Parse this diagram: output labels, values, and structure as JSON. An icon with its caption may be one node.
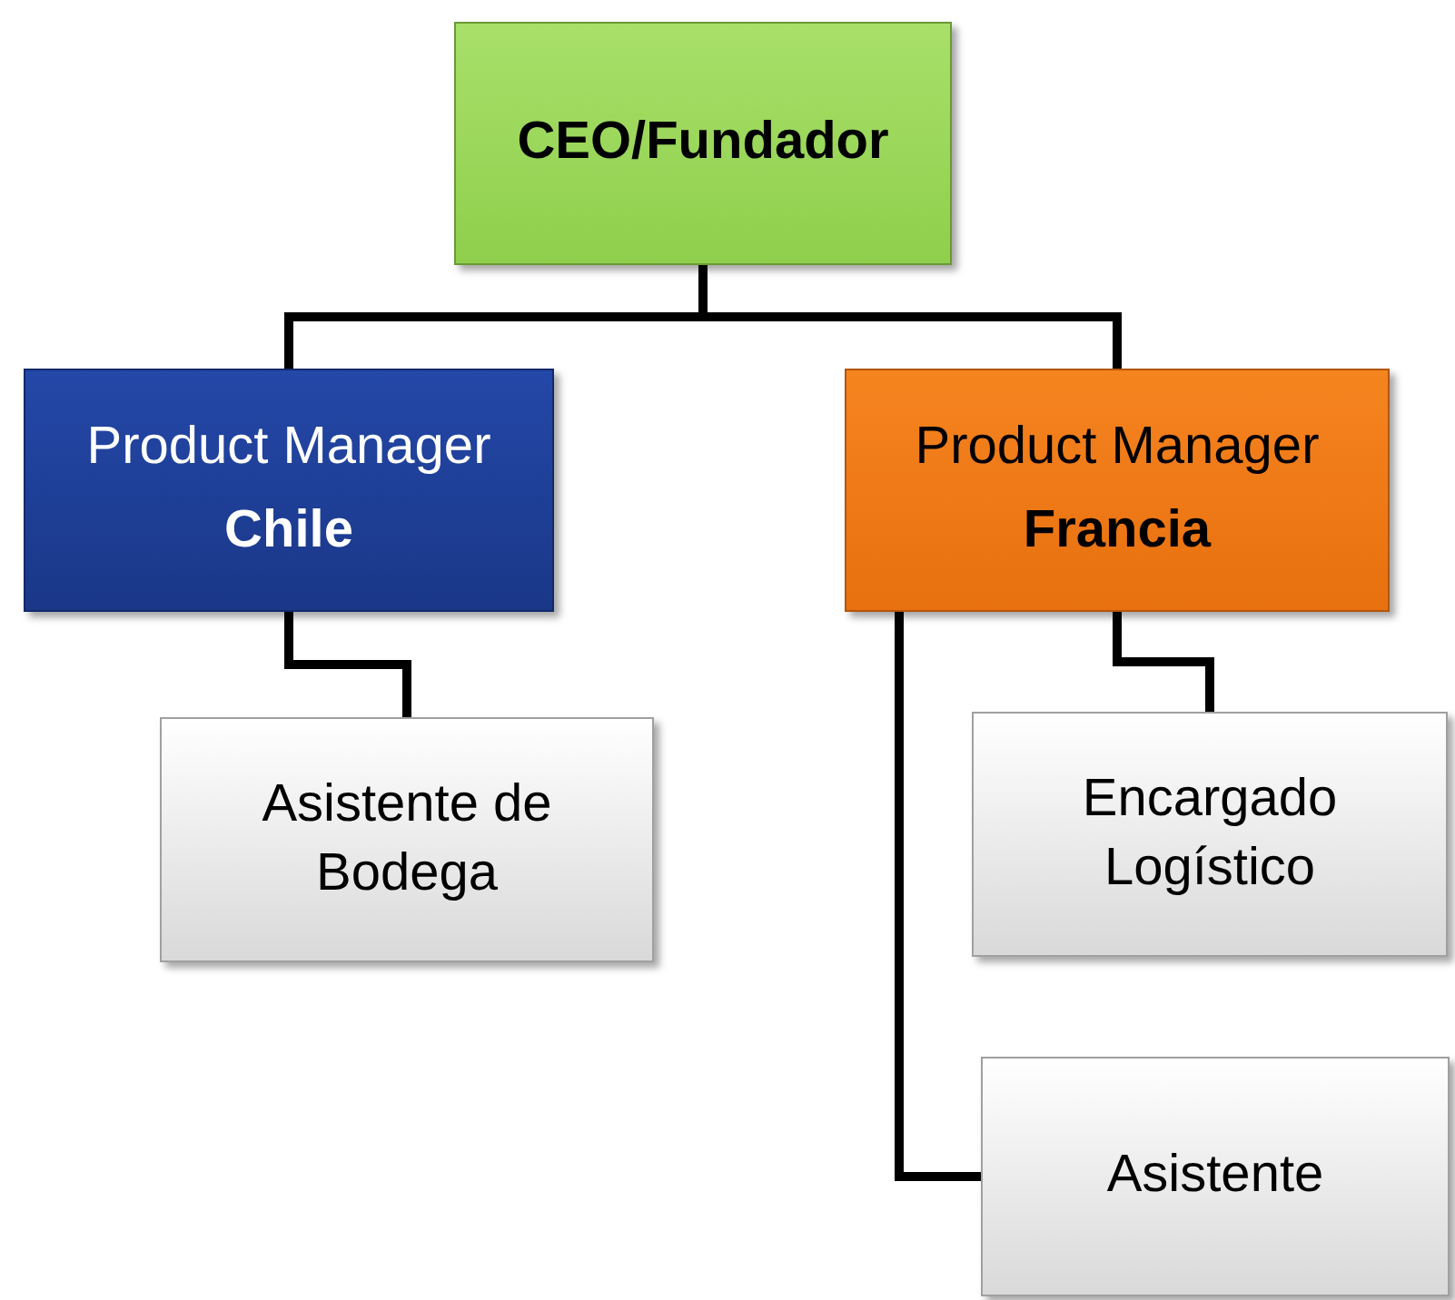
{
  "diagram": {
    "nodes": [
      {
        "text": [
          "CEO/Fundador"
        ]
      },
      {
        "text": [
          "Product Manager",
          "Chile"
        ]
      },
      {
        "text": [
          "Product Manager",
          "Francia"
        ]
      },
      {
        "text": [
          "Asistente de Bodega"
        ]
      },
      {
        "text": [
          "Encargado Logístico"
        ]
      },
      {
        "text": [
          "Asistente"
        ]
      }
    ],
    "edges": [
      {
        "from": 0,
        "to": 1,
        "arrow": "none"
      },
      {
        "from": 0,
        "to": 2,
        "arrow": "none"
      },
      {
        "from": 1,
        "to": 3,
        "arrow": "none"
      },
      {
        "from": 2,
        "to": 4,
        "arrow": "none"
      },
      {
        "from": 2,
        "to": 5,
        "arrow": "none"
      }
    ]
  }
}
